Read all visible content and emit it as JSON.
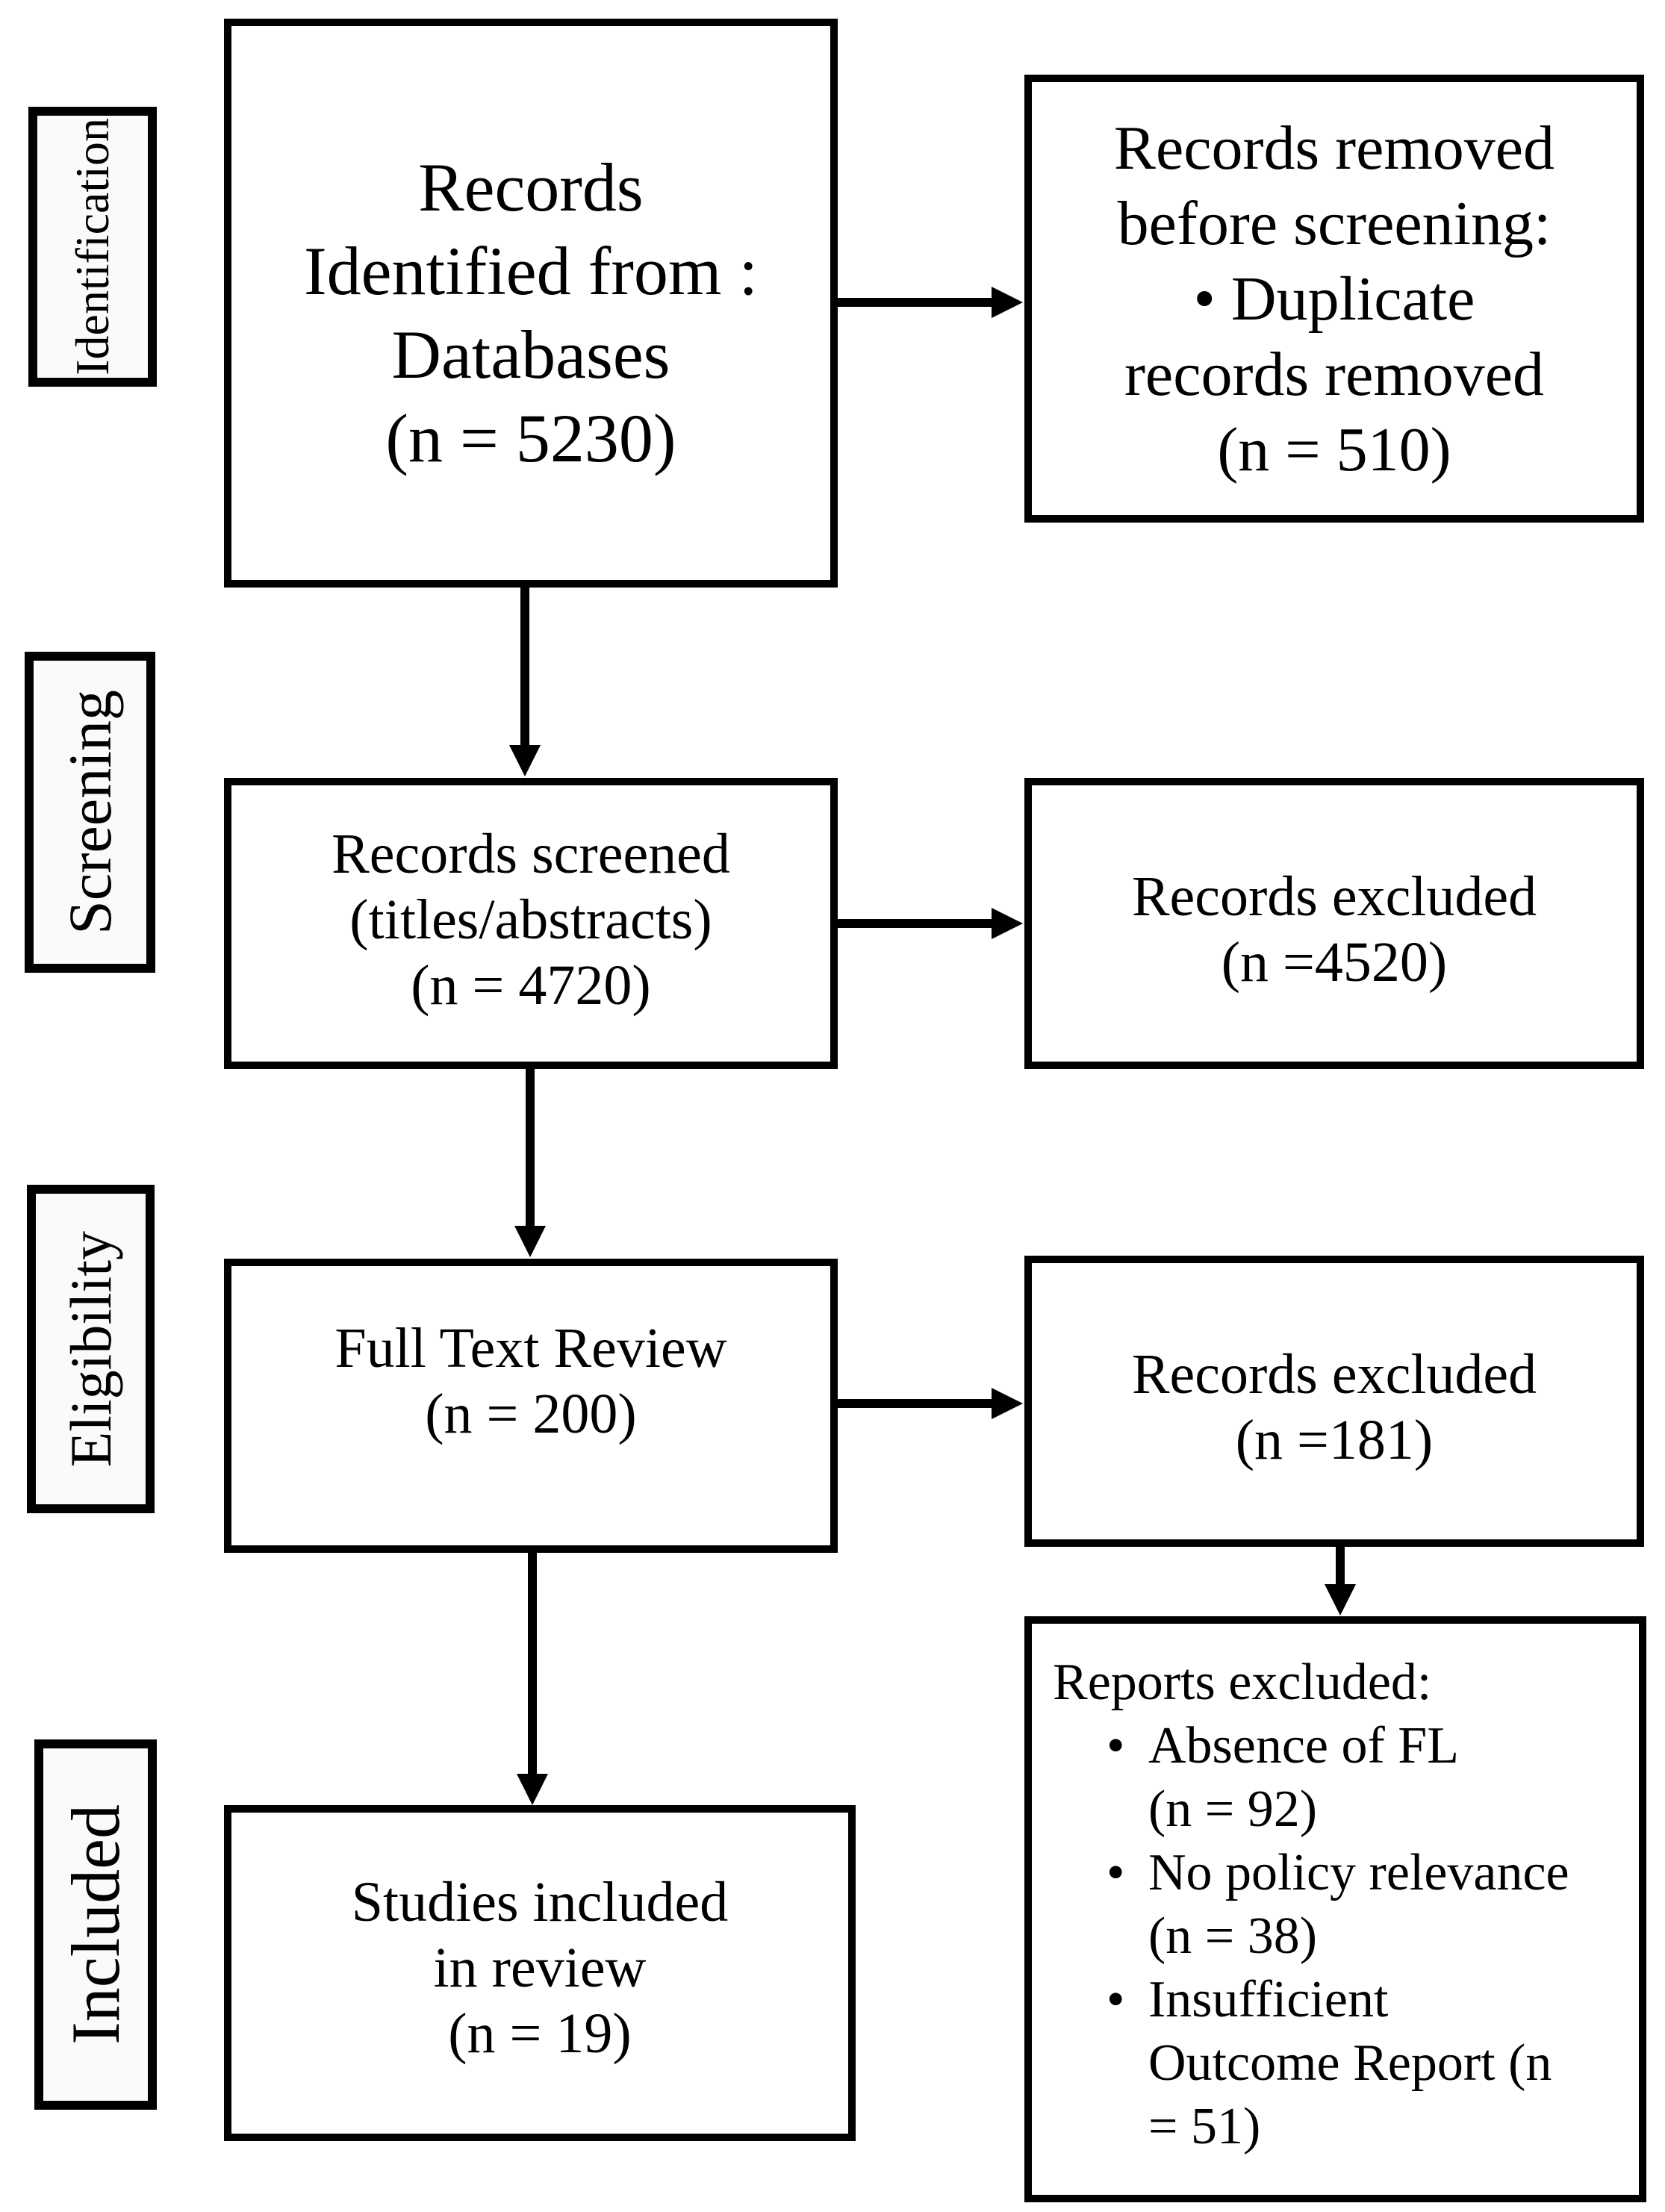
{
  "stage_labels": [
    "Identification",
    "Screening",
    "Eligibility",
    "Included"
  ],
  "boxes": {
    "records_identified": "Records\nIdentified  from :\nDatabases\n(n = 5230)",
    "records_removed_before_screening": "Records removed\nbefore screening:\n• Duplicate\nrecords removed\n(n = 510)",
    "records_screened": "Records screened\n(titles/abstracts)\n(n = 4720)",
    "records_excluded_screening": "Records excluded\n(n =4520)",
    "full_text_review": "Full Text Review\n(n = 200)",
    "records_excluded_fulltext": "Records excluded\n(n =181)",
    "studies_included": "Studies included\nin review\n(n = 19)",
    "reports_excluded": {
      "heading": "Reports excluded:",
      "bullets": [
        "Absence of FL\n(n = 92)",
        "No policy relevance\n(n =  38)",
        "Insufficient\nOutcome Report (n\n= 51)"
      ]
    }
  },
  "colors": {
    "line": "#000000",
    "text": "#000000",
    "stage_fill": "#fafafa",
    "box_fill": "#ffffff",
    "background": "#ffffff"
  }
}
